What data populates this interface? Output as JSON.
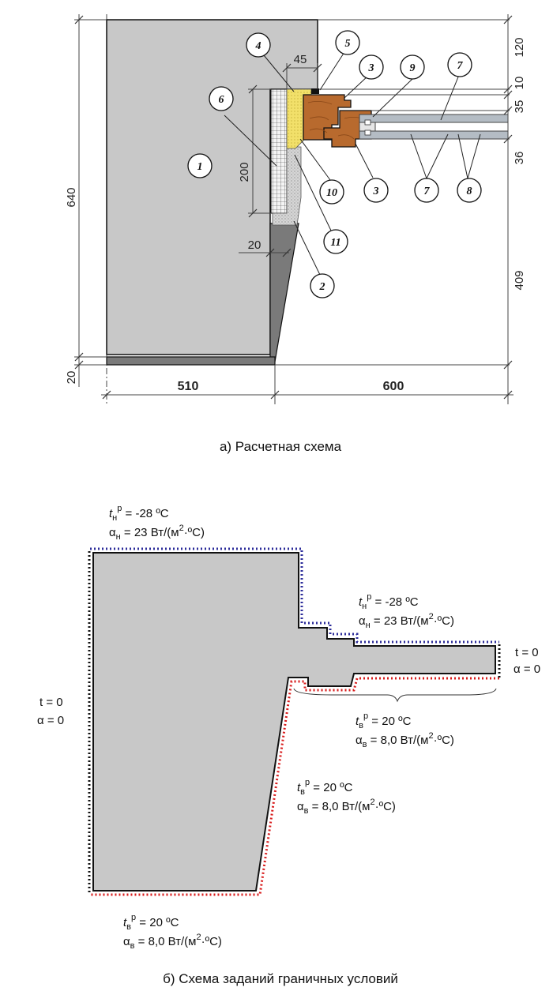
{
  "part_a": {
    "caption": "а) Расчетная схема",
    "dims": {
      "d640": "640",
      "d20_left": "20",
      "d510": "510",
      "d600": "600",
      "d120": "120",
      "d10": "10",
      "d35": "35",
      "d36": "36",
      "d409": "409",
      "d45": "45",
      "d200": "200",
      "d20_inner": "20"
    },
    "callouts": [
      "1",
      "2",
      "3",
      "3",
      "4",
      "5",
      "6",
      "7",
      "7",
      "8",
      "9",
      "10",
      "11"
    ]
  },
  "part_b": {
    "caption": "б) Схема заданий граничных условий",
    "conditions": {
      "top": {
        "t_sym": "t",
        "t_sub": "н",
        "t_sup": "р",
        "t_val": " = -28 ºС",
        "a_sym": "α",
        "a_sub": "н",
        "a_val": " = 23 Вт/(м",
        "a_exp": "2",
        "a_unit": "·ºС)"
      },
      "mid_top": {
        "t_sym": "t",
        "t_sub": "н",
        "t_sup": "р",
        "t_val": " = -28 ºС",
        "a_sym": "α",
        "a_sub": "н",
        "a_val": " = 23 Вт/(м",
        "a_exp": "2",
        "a_unit": "·ºС)"
      },
      "right": {
        "t_line": "t = 0",
        "a_line": "α = 0"
      },
      "left": {
        "t_line": "t = 0",
        "a_line": "α = 0"
      },
      "mid_bottom": {
        "t_sym": "t",
        "t_sub": "в",
        "t_sup": "р",
        "t_val": " = 20 ºС",
        "a_sym": "α",
        "a_sub": "в",
        "a_val": " = 8,0 Вт/(м",
        "a_exp": "2",
        "a_unit": "·ºС)"
      },
      "slope": {
        "t_sym": "t",
        "t_sub": "в",
        "t_sup": "р",
        "t_val": " = 20 ºС",
        "a_sym": "α",
        "a_sub": "в",
        "a_val": " = 8,0 Вт/(м",
        "a_exp": "2",
        "a_unit": "·ºС)"
      },
      "bottom": {
        "t_sym": "t",
        "t_sub": "в",
        "t_sup": "р",
        "t_val": " = 20 ºС",
        "a_sym": "α",
        "a_sub": "в",
        "a_val": " = 8,0 Вт/(м",
        "a_exp": "2",
        "a_unit": "·ºС)"
      }
    }
  },
  "colors": {
    "wall": "#c8c8c8",
    "wall_dark": "#7a7a7a",
    "wall_outline": "#111111",
    "wood": "#b86a2e",
    "foam": "#f2e06a",
    "insulation": "#f4f4f4",
    "profile": "#b4bcc4",
    "outer_dot": "#2c2c9a",
    "inner_dot": "#d81c1c",
    "adiabatic_dot": "#111111",
    "shape_fill": "#c8c8c8"
  }
}
